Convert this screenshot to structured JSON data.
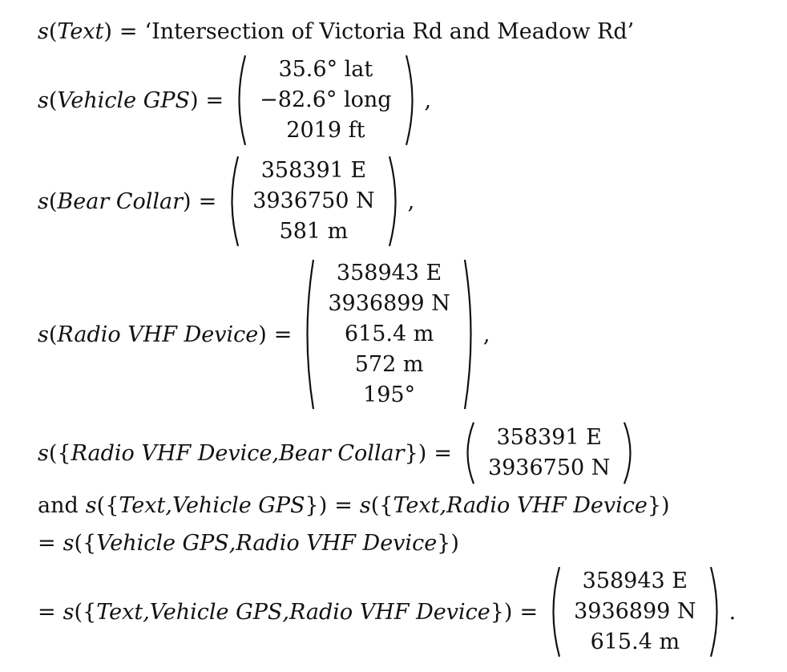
{
  "s_fn": "s",
  "lp": "(",
  "rp": ")",
  "lb": "{",
  "rb": "}",
  "eq": "=",
  "comma": ",",
  "period": ".",
  "comma_inline": ", ",
  "names": {
    "text": "Text",
    "vehicle_gps": "Vehicle GPS",
    "bear_collar": "Bear Collar",
    "radio_vhf": "Radio VHF Device"
  },
  "text_value": "‘Intersection of Victoria Rd and Meadow Rd’",
  "vehicle_gps_vector": [
    "35.6° lat",
    "−82.6° long",
    "2019 ft"
  ],
  "bear_collar_vector": [
    "358391 E",
    "3936750 N",
    "581 m"
  ],
  "radio_vhf_vector": [
    "358943 E",
    "3936899 N",
    "615.4 m",
    "572 m",
    "195°"
  ],
  "radio_bear_vector": [
    "358391 E",
    "3936750 N"
  ],
  "and_word": "and",
  "triple_vector": [
    "358943 E",
    "3936899 N",
    "615.4 m"
  ]
}
